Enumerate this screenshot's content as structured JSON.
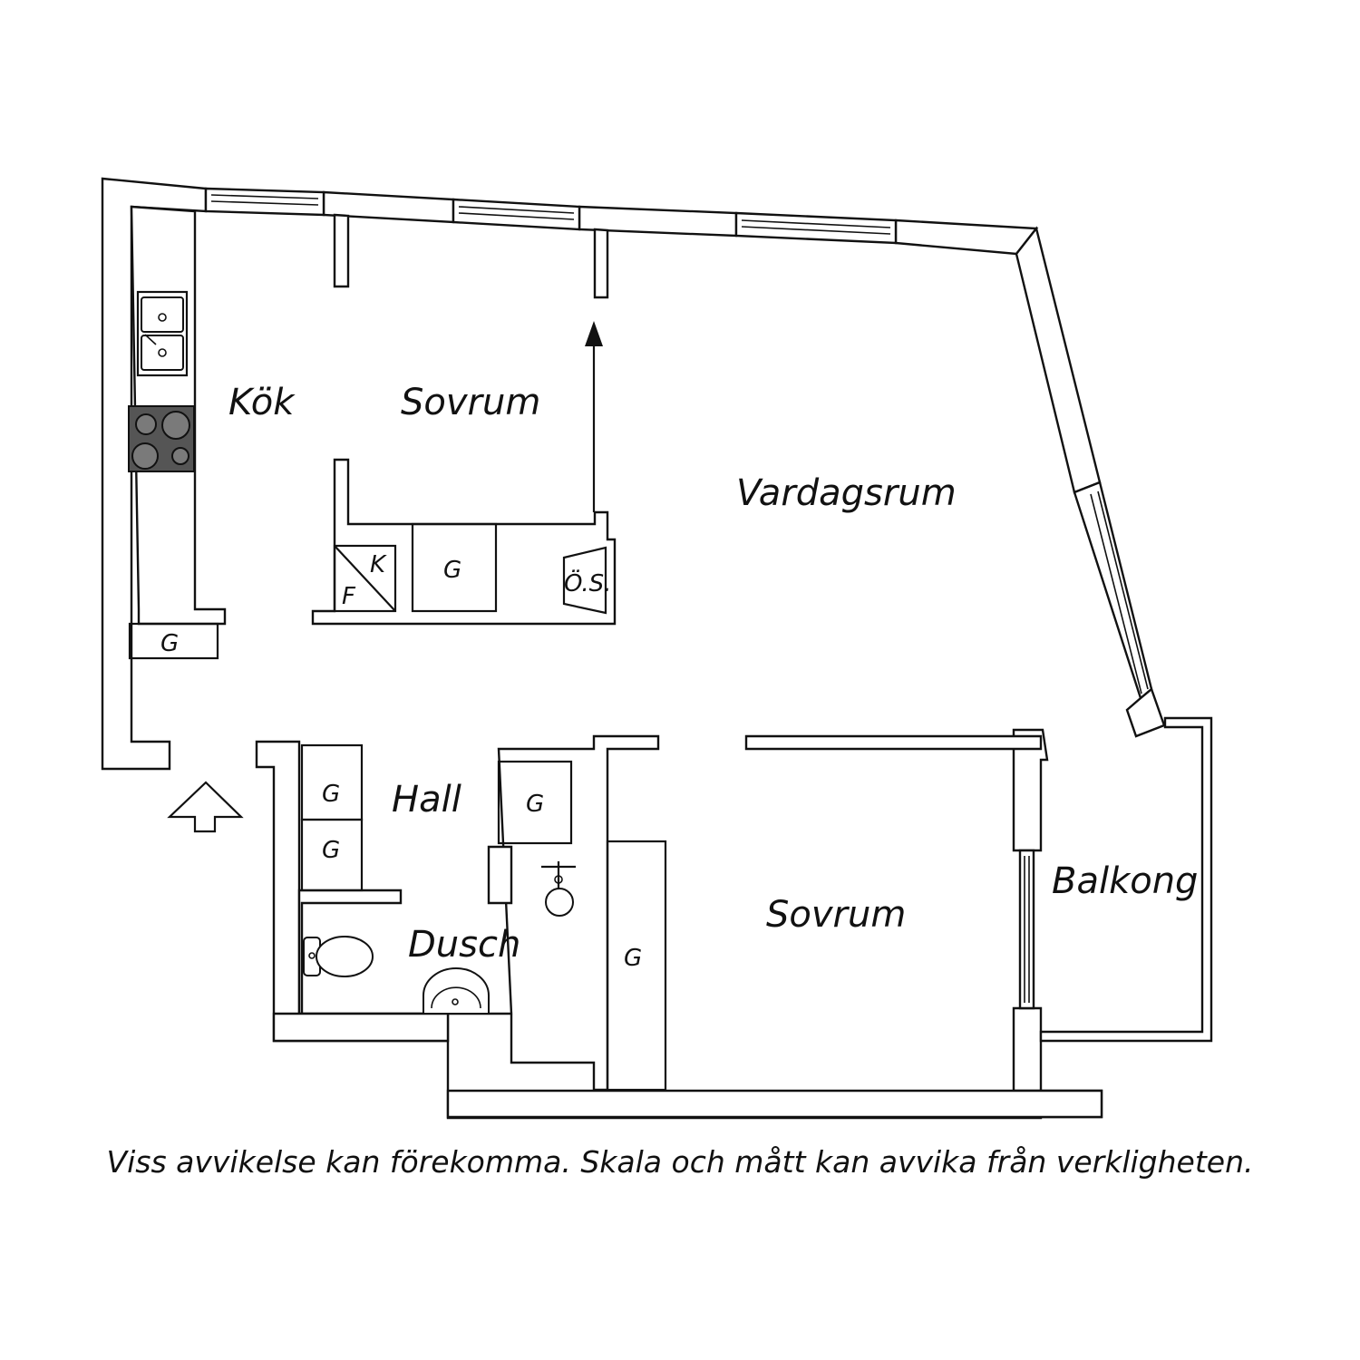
{
  "rooms": {
    "kitchen": "Kök",
    "bedroom_top": "Sovrum",
    "living_room": "Vardagsrum",
    "hall": "Hall",
    "shower": "Dusch",
    "bedroom_bottom": "Sovrum",
    "balcony": "Balkong"
  },
  "fixtures": {
    "wardrobe": "G",
    "fridge": "F",
    "freezer": "K",
    "top_cabinet": "Ö.S."
  },
  "icons": {
    "entrance": "entrance-arrow-icon",
    "door_direction": "arrow-up-icon",
    "sink": "kitchen-sink-icon",
    "stove": "stove-icon",
    "toilet": "toilet-icon",
    "washbasin": "washbasin-icon",
    "shower": "shower-icon"
  },
  "footer": {
    "disclaimer": "Viss avvikelse kan förekomma. Skala och mått kan avvika från verkligheten."
  }
}
